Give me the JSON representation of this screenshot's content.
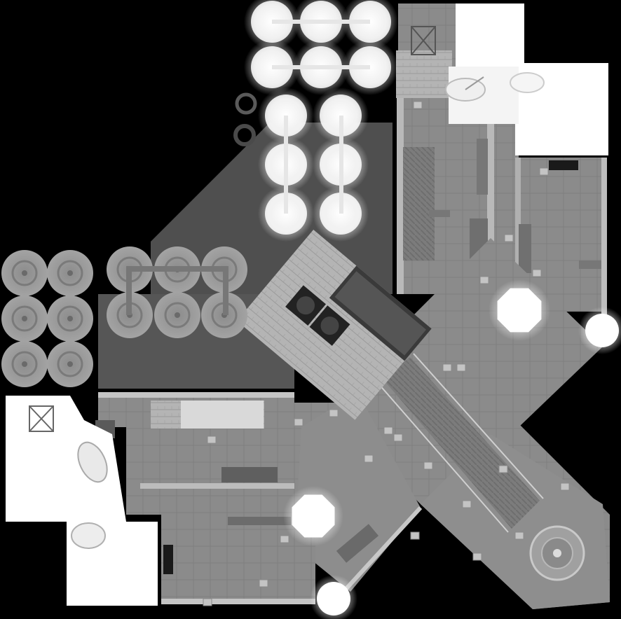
{
  "map": {
    "view": "top-down",
    "render_style": "grayscale",
    "colors": {
      "background": "#000000",
      "floor": "#8a8a8a",
      "floor_light": "#a9a9a9",
      "wall": "#cfcfcf",
      "tank": "#9a9a9a",
      "glow": "#ffffff",
      "wood": "#b5b5b5",
      "dark": "#1c1c1c"
    },
    "features": [
      "glowing-tank-cluster",
      "grey-tank-cluster",
      "central-control-building",
      "diagonal-corridor",
      "circular-fountain-plaza",
      "lamp-posts",
      "satellite-dishes",
      "crates"
    ]
  }
}
